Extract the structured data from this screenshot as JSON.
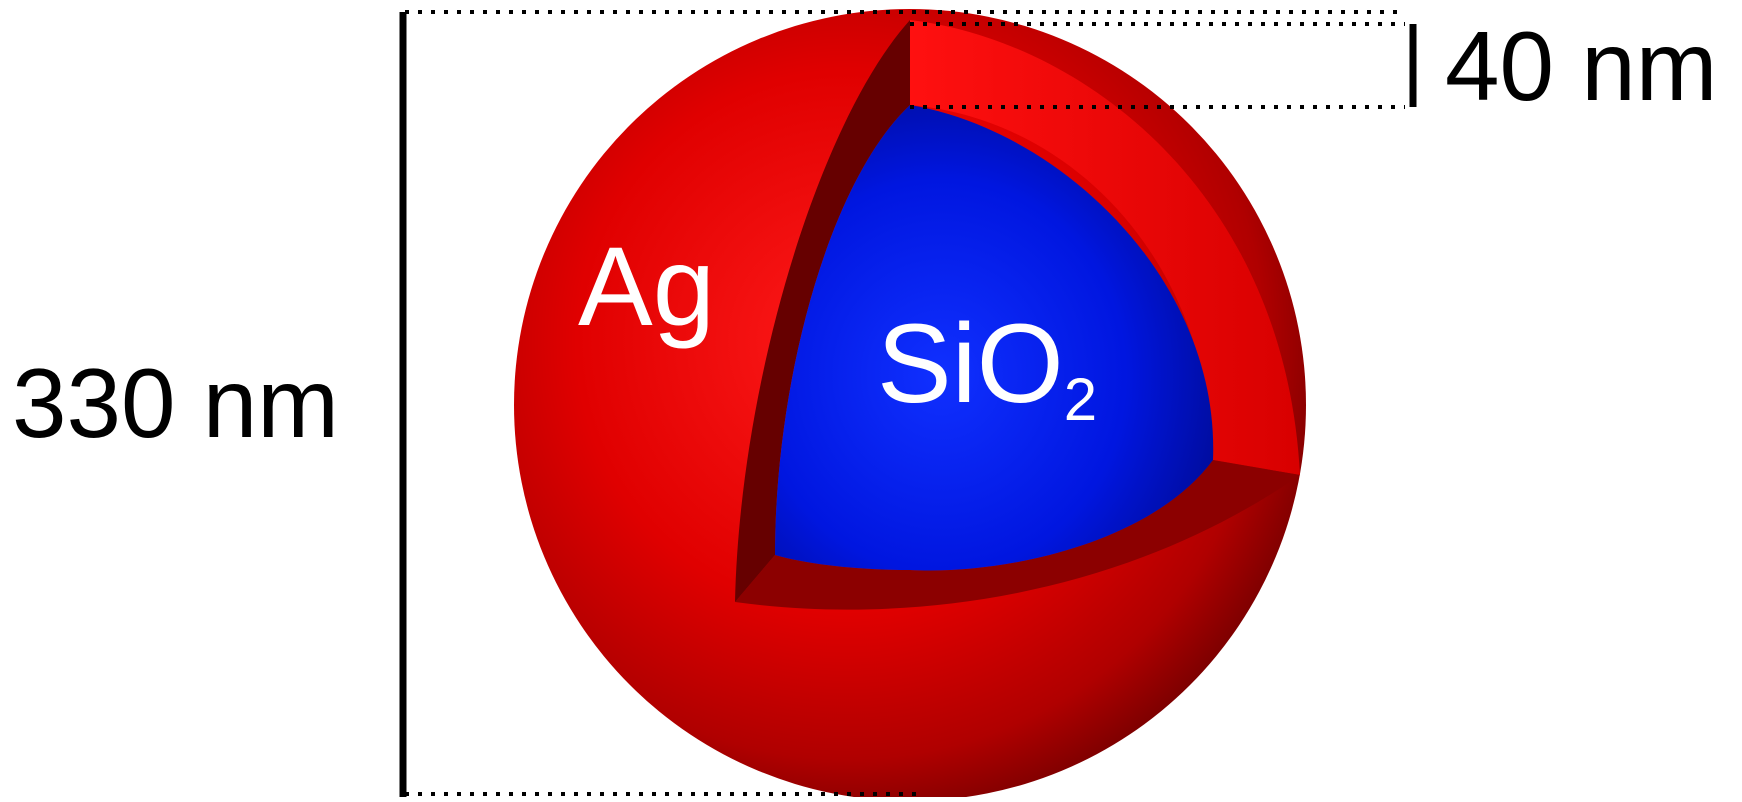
{
  "labels": {
    "outer_diameter": "330 nm",
    "shell_thickness": "40 nm",
    "shell_material": "Ag",
    "core_material_main": "SiO",
    "core_material_subscript": "2"
  },
  "colors": {
    "shell": "#e00000",
    "shell_dark": "#8a0000",
    "core": "#0018e8",
    "label_light": "#ffffff",
    "dimension_line": "#000000"
  }
}
